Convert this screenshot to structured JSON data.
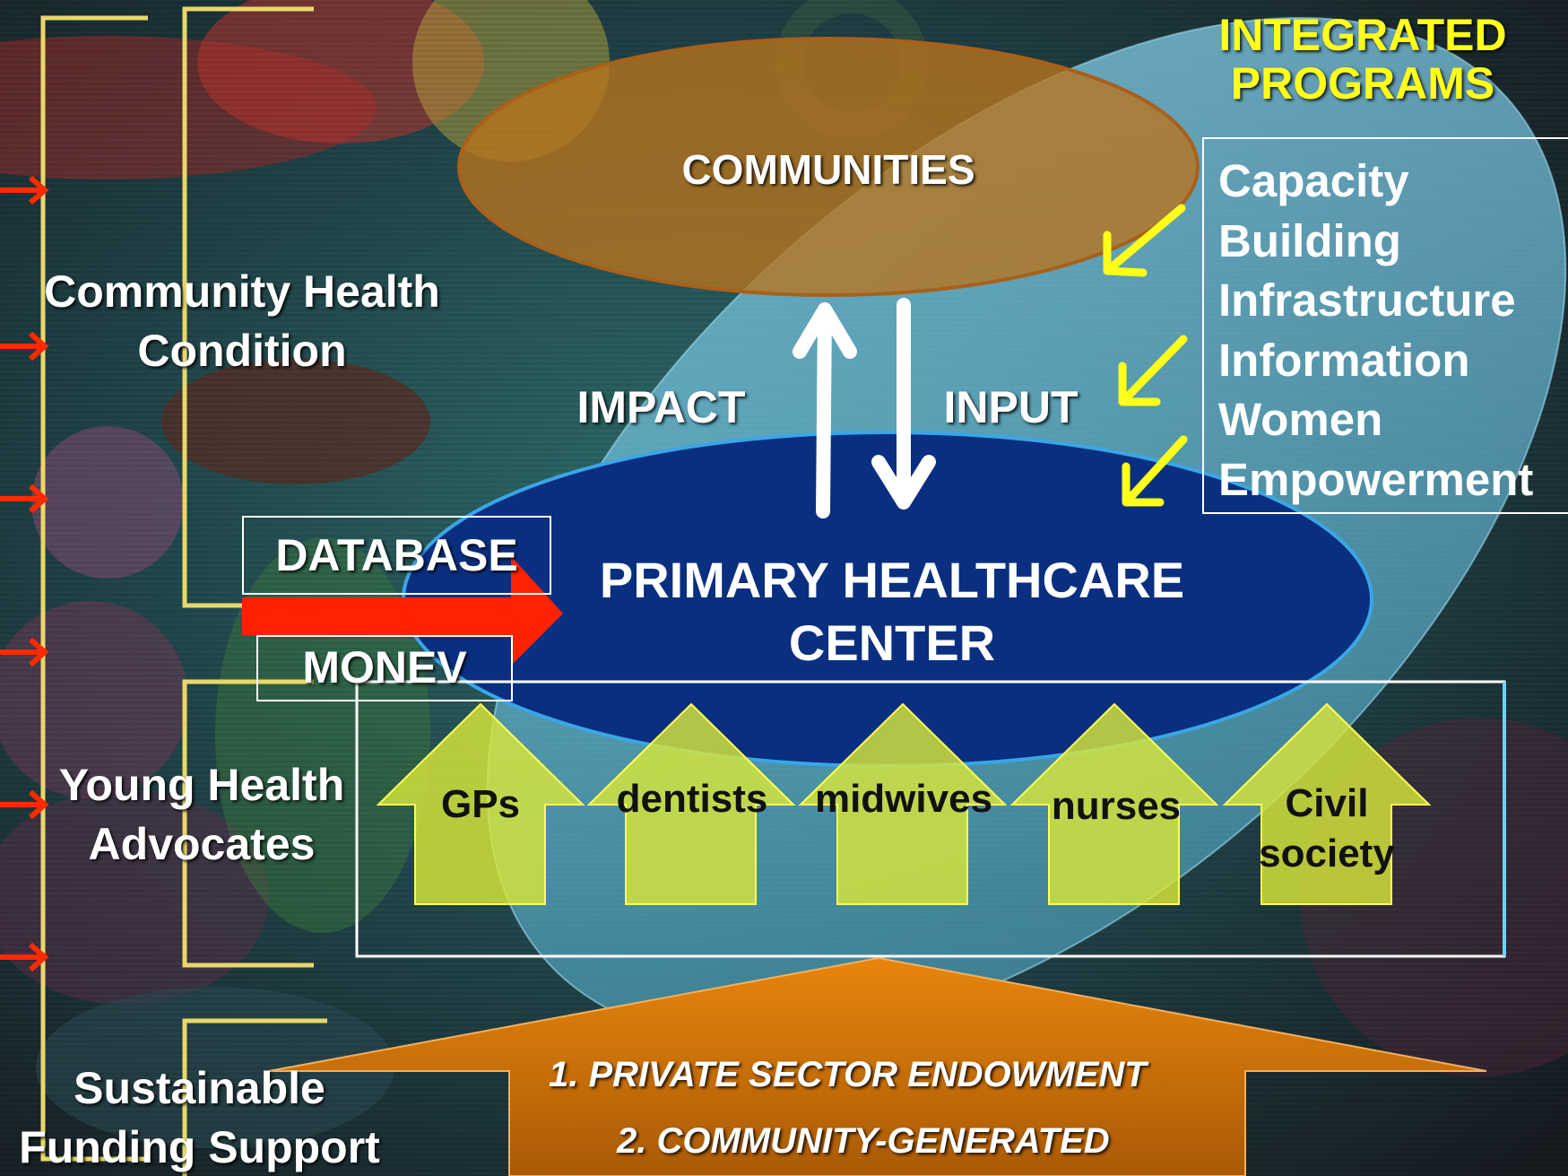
{
  "title": [
    "INTEGRATED",
    "PROGRAMS"
  ],
  "communities": "COMMUNITIES",
  "impact": "IMPACT",
  "input": "INPUT",
  "center": [
    "PRIMARY HEALTHCARE",
    "CENTER"
  ],
  "database": "DATABASE",
  "monev": "MONEV",
  "programs": [
    "Capacity",
    "Building",
    "Infrastructure",
    "Information",
    "Women",
    "Empowerment"
  ],
  "left_labels": {
    "community_health": [
      "Community Health",
      "Condition"
    ],
    "young_advocates": [
      "Young Health",
      "Advocates"
    ],
    "sustainable_funding": [
      "Sustainable",
      "Funding Support"
    ]
  },
  "workforce": [
    "GPs",
    "dentists",
    "midwives",
    "nurses",
    "Civil",
    "society"
  ],
  "funding": [
    "1. PRIVATE  SECTOR ENDOWMENT",
    "2. COMMUNITY-GENERATED"
  ],
  "colors": {
    "title_yellow": "#ffff1a",
    "phc_blue": "#0a2f80",
    "community_orange": "#b8741c",
    "workforce_arrow": "#d8e63a",
    "funding_orange": "#c96f0a",
    "red_arrow": "#ff2200"
  }
}
